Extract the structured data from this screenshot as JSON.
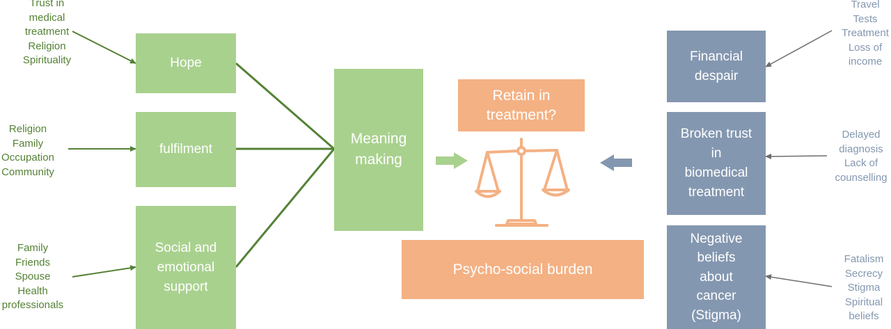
{
  "colors": {
    "green_box": "#a9d18e",
    "green_text": "#548235",
    "orange": "#f4b183",
    "blue_box": "#8497b0",
    "arrow_grey": "#6d6d6d",
    "box_text": "#ffffff"
  },
  "left_factors": {
    "top": "Trust in\nmedical\ntreatment\nReligion\nSpirituality",
    "middle": "Religion\nFamily\nOccupation\nCommunity",
    "bottom": "Family\nFriends\nSpouse\nHealth\nprofessionals"
  },
  "left_boxes": {
    "hope": "Hope",
    "fulfilment": "fulfilment",
    "social": "Social and\nemotional\nsupport"
  },
  "center": {
    "meaning_making": "Meaning\nmaking",
    "retain": "Retain in\ntreatment?",
    "burden": "Psycho-social burden",
    "scale_icon": "balance-scale-icon"
  },
  "right_boxes": {
    "financial": "Financial\ndespair",
    "broken_trust": "Broken trust\nin\nbiomedical\ntreatment",
    "negative_beliefs": "Negative\nbeliefs\nabout\ncancer\n(Stigma)"
  },
  "right_factors": {
    "top": "Travel\nTests\nTreatment\nLoss of\nincome",
    "middle": "Delayed\ndiagnosis\nLack of\ncounselling",
    "bottom": "Fatalism\nSecrecy\nStigma\nSpiritual\nbeliefs"
  }
}
